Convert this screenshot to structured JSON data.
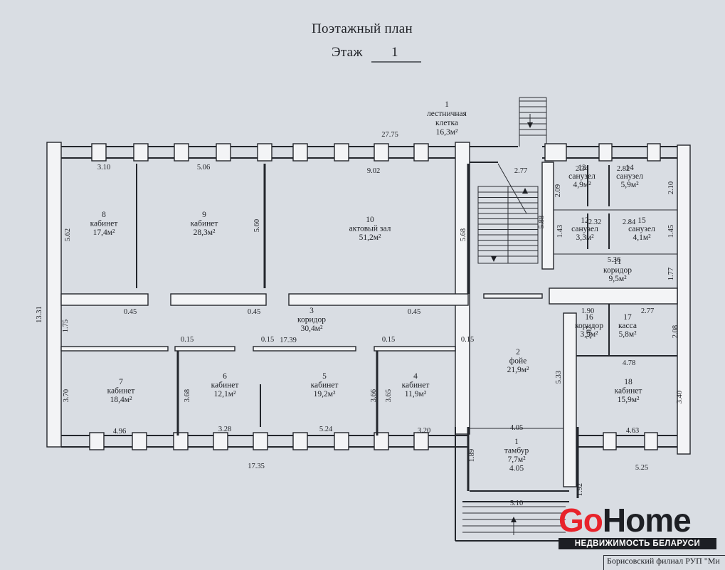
{
  "header": {
    "title": "Поэтажный план",
    "floor_label": "Этаж",
    "floor_number": "1"
  },
  "rooms": [
    {
      "id": "room-1-stair",
      "lines": [
        "1",
        "лестничная",
        "клетка",
        "16,3м²"
      ]
    },
    {
      "id": "room-8",
      "lines": [
        "8",
        "кабинет",
        "17,4м²"
      ]
    },
    {
      "id": "room-9",
      "lines": [
        "9",
        "кабинет",
        "28,3м²"
      ]
    },
    {
      "id": "room-10",
      "lines": [
        "10",
        "актовый зал",
        "51,2м²"
      ]
    },
    {
      "id": "room-13",
      "lines": [
        "13",
        "санузел",
        "4,9м²"
      ]
    },
    {
      "id": "room-14",
      "lines": [
        "14",
        "санузел",
        "5,9м²"
      ]
    },
    {
      "id": "room-12",
      "lines": [
        "12",
        "санузел",
        "3,3м²"
      ]
    },
    {
      "id": "room-15",
      "lines": [
        "15",
        "санузел",
        "4,1м²"
      ]
    },
    {
      "id": "room-11",
      "lines": [
        "11",
        "коридор",
        "9,5м²"
      ]
    },
    {
      "id": "room-3",
      "lines": [
        "3",
        "коридор",
        "30,4м²"
      ]
    },
    {
      "id": "room-16",
      "lines": [
        "16",
        "коридор",
        "3,9м²"
      ]
    },
    {
      "id": "room-17",
      "lines": [
        "17",
        "касса",
        "5,8м²"
      ]
    },
    {
      "id": "room-2",
      "lines": [
        "2",
        "фойе",
        "21,9м²"
      ]
    },
    {
      "id": "room-7",
      "lines": [
        "7",
        "кабинет",
        "18,4м²"
      ]
    },
    {
      "id": "room-6",
      "lines": [
        "6",
        "кабинет",
        "12,1м²"
      ]
    },
    {
      "id": "room-5",
      "lines": [
        "5",
        "кабинет",
        "19,2м²"
      ]
    },
    {
      "id": "room-4",
      "lines": [
        "4",
        "кабинет",
        "11,9м²"
      ]
    },
    {
      "id": "room-18",
      "lines": [
        "18",
        "кабинет",
        "15,9м²"
      ]
    },
    {
      "id": "room-1-vestibule",
      "lines": [
        "1",
        "тамбур",
        "7,7м²",
        "4.05"
      ]
    }
  ],
  "dimensions": [
    "27.75",
    "3.10",
    "5.06",
    "9.02",
    "2.77",
    "2.34",
    "2.82",
    "2.09",
    "2.10",
    "5.62",
    "5.60",
    "5.68",
    "5.88",
    "1.43",
    "2.32",
    "2.84",
    "1.45",
    "5.36",
    "1.77",
    "13.31",
    "1.75",
    "0.45",
    "0.45",
    "0.45",
    "1.90",
    "2.77",
    "2.07",
    "2.08",
    "0.15",
    "0.15",
    "17.39",
    "0.15",
    "0.15",
    "4.78",
    "3.70",
    "3.68",
    "3.66",
    "3.65",
    "5.33",
    "3.40",
    "4.96",
    "3.28",
    "5.24",
    "3.20",
    "4.05",
    "4.63",
    "17.35",
    "1.89",
    "5.25",
    "1.92",
    "5.10"
  ],
  "logo": {
    "brand_go": "Go",
    "brand_home": "Home",
    "tagline": "НЕДВИЖИМОСТЬ БЕЛАРУСИ"
  },
  "stamp_text": "Борисовский филиал РУП \"Ми",
  "colors": {
    "paper": "#d9dde3",
    "ink": "#1d1f24",
    "brand_red": "#e8232b"
  }
}
